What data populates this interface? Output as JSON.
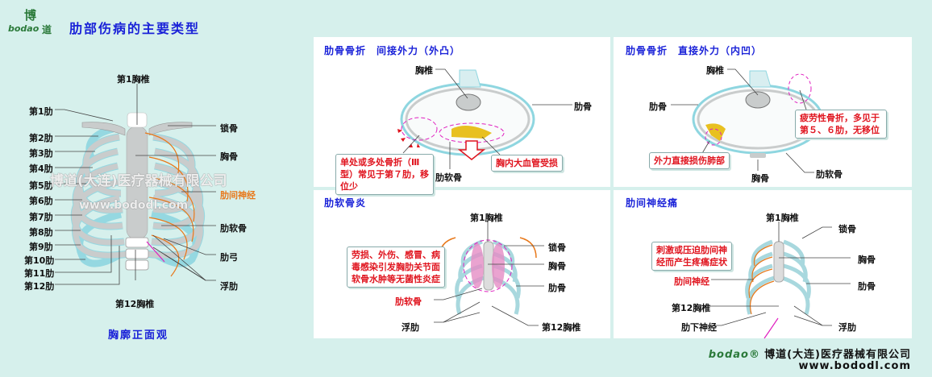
{
  "header": {
    "logo_char": "博",
    "logo_text": "bodao",
    "logo_char2": "道",
    "title": "肋部伤病的主要类型"
  },
  "front_view": {
    "caption": "胸廓正面观",
    "labels_left": [
      "第1肋",
      "第2肋",
      "第3肋",
      "第4肋",
      "第5肋",
      "第6肋",
      "第7肋",
      "第8肋",
      "第9肋",
      "第10肋",
      "第11肋",
      "第12肋"
    ],
    "top_label": "第1胸椎",
    "bottom_label": "第12胸椎",
    "labels_right": {
      "clavicle": "锁骨",
      "sternum": "胸骨",
      "intercostal_nerve": "肋间神经",
      "costal_cartilage": "肋软骨",
      "costal_arch": "肋弓",
      "floating_rib": "浮肋"
    },
    "watermark_company": "博道(大连)医疗器械有限公司",
    "watermark_url": "www.bododl.com"
  },
  "panels": [
    {
      "title": "肋骨骨折　间接外力（外凸）",
      "labels": {
        "vertebra": "胸椎",
        "rib": "肋骨",
        "cartilage": "肋软骨"
      },
      "callouts": [
        "单处或多处骨折（Ⅲ型）常见于第７肋，移位少",
        "胸内大血管受损"
      ]
    },
    {
      "title": "肋骨骨折　直接外力（内凹）",
      "labels": {
        "vertebra": "胸椎",
        "rib": "肋骨",
        "sternum": "胸骨",
        "cartilage": "肋软骨"
      },
      "callouts": [
        "疲劳性骨折，多见于第５、６肋，无移位",
        "外力直接损伤肺部"
      ]
    },
    {
      "title": "肋软骨炎",
      "labels": {
        "top": "第1胸椎",
        "clavicle": "锁骨",
        "sternum": "胸骨",
        "rib": "肋骨",
        "cartilage": "肋软骨",
        "floating": "浮肋",
        "bottom": "第12胸椎"
      },
      "callouts": [
        "劳损、外伤、感冒、病毒感染引发胸肋关节面软骨水肿等无菌性炎症"
      ]
    },
    {
      "title": "肋间神经痛",
      "labels": {
        "top": "第1胸椎",
        "clavicle": "锁骨",
        "sternum": "胸骨",
        "rib": "肋骨",
        "nerve": "肋间神经",
        "bottom": "第12胸椎",
        "subcostal": "肋下神经",
        "floating": "浮肋"
      },
      "callouts": [
        "刺激或压迫肋间神经而产生疼痛症状"
      ]
    }
  ],
  "footer": {
    "brand": "bodao®",
    "company": "博道(大连)医疗器械有限公司",
    "url": "www.bododl.com"
  },
  "colors": {
    "background": "#d6f0ec",
    "title_blue": "#1a22d8",
    "alert_red": "#e0141e",
    "nerve_orange": "#e8781a",
    "bone_gray": "#c9cccc",
    "rib_outline": "#8ed6e0"
  }
}
